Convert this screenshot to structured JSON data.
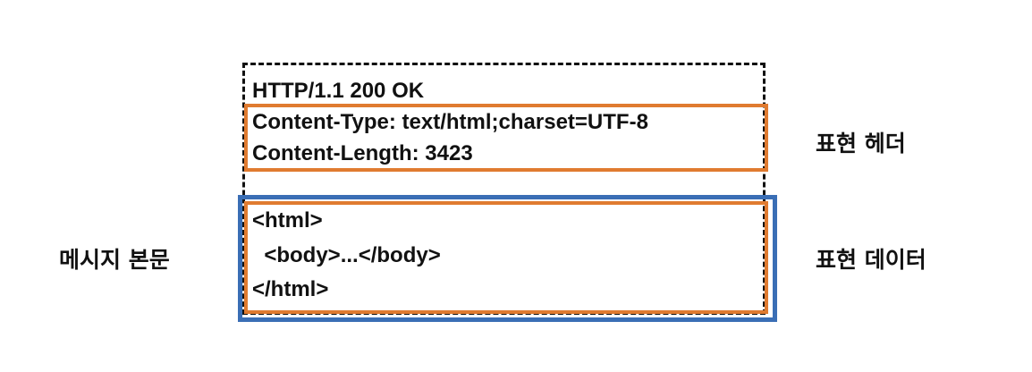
{
  "message": {
    "status_line": "HTTP/1.1 200 OK",
    "headers": [
      "Content-Type: text/html;charset=UTF-8",
      "Content-Length: 3423"
    ],
    "body": [
      "<html>",
      "  <body>...</body>",
      "</html>"
    ]
  },
  "labels": {
    "representation_header": "표현 헤더",
    "representation_data": "표현 데이터",
    "message_body": "메시지 본문"
  },
  "colors": {
    "outline": "#111111",
    "representation": "#e07b30",
    "message_body": "#3a6eb5"
  }
}
